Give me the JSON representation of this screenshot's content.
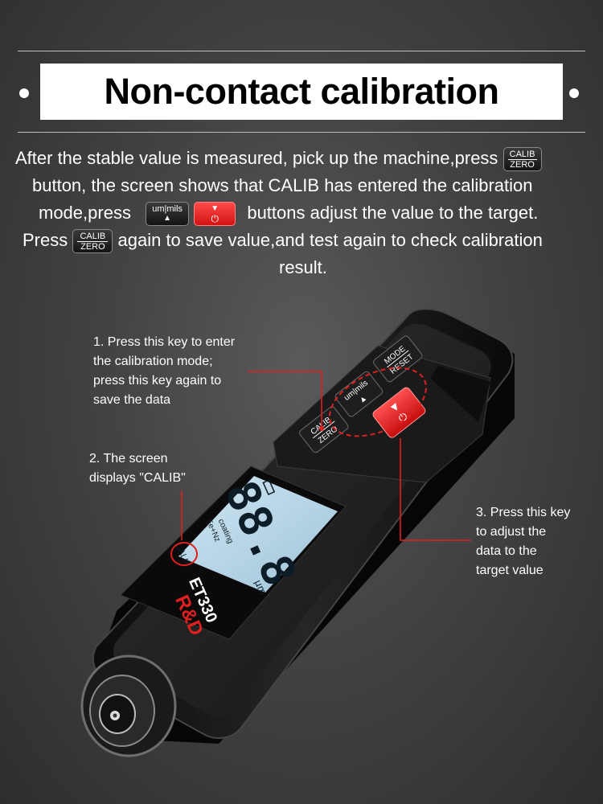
{
  "title": "Non-contact calibration",
  "instructions": {
    "line1_a": "After the stable value is measured, pick up the machine,press",
    "line2": "button, the screen shows that CALIB has entered the calibration",
    "line3_a": "mode,press",
    "line3_b": "buttons adjust the value to the target.",
    "line4_a": "Press",
    "line4_b": "again to save value,and test again to check calibration",
    "line5": "result."
  },
  "keys": {
    "calib_top": "CALIB",
    "calib_bottom": "ZERO",
    "unit_label": "um|mils",
    "unit_arrow": "▲",
    "red_arrow": "▼",
    "power_symbol": "⏻",
    "mode_top": "MODE",
    "mode_bottom": "RESET"
  },
  "callouts": {
    "c1": [
      "1. Press this key to enter",
      "the calibration mode;",
      "press this key again to",
      "save the data"
    ],
    "c2": [
      "2. The screen",
      "displays \"CALIB\""
    ],
    "c3": [
      "3. Press this key",
      "to adjust the",
      "data to the",
      "target value"
    ]
  },
  "device": {
    "brand": "R&D",
    "model": "ET330",
    "reading": "88.8",
    "unit": "μm",
    "screen_calib": "CALIB",
    "screen_mode": "coating",
    "screen_material": "Fe+Nz"
  },
  "colors": {
    "accent_red": "#e02020",
    "lcd_bg": "#bcd9ea",
    "title_bg": "#ffffff"
  }
}
